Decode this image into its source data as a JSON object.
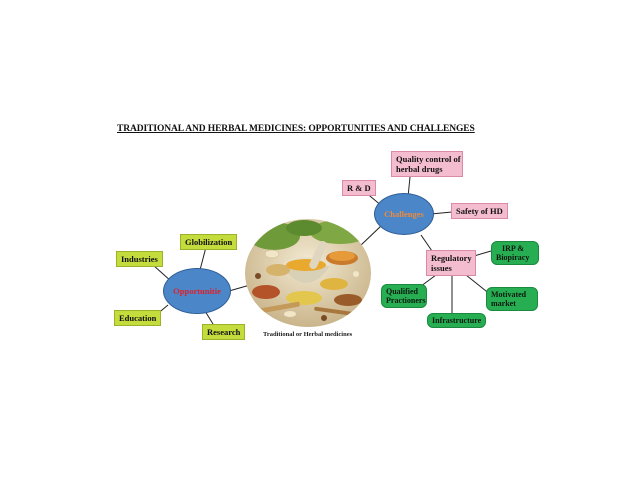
{
  "title": "TRADITIONAL AND HERBAL MEDICINES: OPPORTUNITIES AND CHALLENGES",
  "center": {
    "caption": "Traditional or Herbal medicines"
  },
  "opportunities": {
    "hub_label": "Opportunitie",
    "hub_color": "#4a86c8",
    "hub_text_color": "#e0202a",
    "node_color": "#c4dc3c",
    "nodes": {
      "industries": "Industries",
      "globilization": "Globilization",
      "education": "Education",
      "research": "Research"
    }
  },
  "challenges": {
    "hub_label": "Challenges",
    "hub_color": "#4a86c8",
    "hub_text_color": "#f08a3a",
    "node_color": "#f4bccf",
    "nodes": {
      "rnd": "R & D",
      "quality_line1": "Quality control of",
      "quality_line2": "herbal drugs",
      "safety": "Safety of HD",
      "regulatory_line1": "Regulatory",
      "regulatory_line2": "issues"
    }
  },
  "regulatory_subnodes": {
    "color": "#27ad52",
    "ipr_line1": "IRP &",
    "ipr_line2": "Biopiracy",
    "qualified_line1": "Qualified",
    "qualified_line2": "Practioners",
    "infrastructure": "Infrastructure",
    "motivated_line1": "Motivated",
    "motivated_line2": "market"
  }
}
